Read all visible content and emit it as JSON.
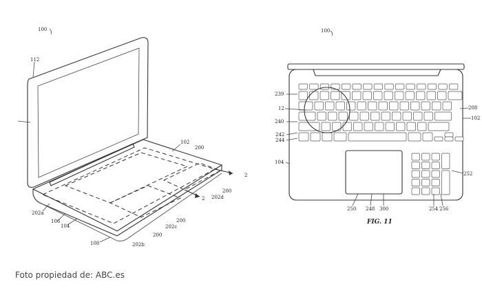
{
  "left_figure": {
    "ref_main": "100",
    "labels": [
      "112",
      "102",
      "200",
      "2",
      "200",
      "202d",
      "2",
      "202a",
      "106",
      "104",
      "200",
      "202c",
      "200",
      "108",
      "202b"
    ]
  },
  "right_figure": {
    "ref_main": "100",
    "fig_label": "FIG. 11",
    "labels": [
      "239",
      "12",
      "240",
      "242",
      "244",
      "104",
      "208",
      "102",
      "252",
      "250",
      "248",
      "300",
      "254",
      "256"
    ]
  },
  "caption": "Foto propiedad de: ABC.es"
}
